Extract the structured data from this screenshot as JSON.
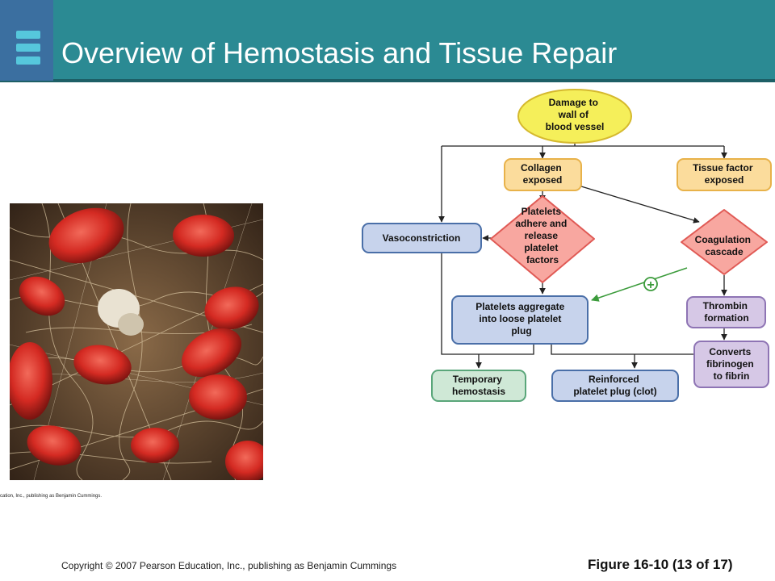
{
  "slide": {
    "title": "Overview of Hemostasis and Tissue Repair",
    "copyright": "Copyright © 2007 Pearson Education, Inc., publishing as Benjamin Cummings",
    "figure_label": "Figure 16-10 (13 of 17)",
    "photo_credit": "cation, Inc., publishing as Benjamin Cummings."
  },
  "diagram": {
    "nodes": {
      "damage": [
        "Damage to",
        "wall of",
        "blood vessel"
      ],
      "collagen": [
        "Collagen",
        "exposed"
      ],
      "tissue_factor": [
        "Tissue factor",
        "exposed"
      ],
      "platelets_adhere": [
        "Platelets",
        "adhere and",
        "release",
        "platelet",
        "factors"
      ],
      "vasoconstriction": [
        "Vasoconstriction"
      ],
      "coagulation": [
        "Coagulation",
        "cascade"
      ],
      "platelets_aggregate": [
        "Platelets aggregate",
        "into loose platelet",
        "plug"
      ],
      "thrombin": [
        "Thrombin",
        "formation"
      ],
      "converts": [
        "Converts",
        "fibrinogen",
        "to fibrin"
      ],
      "temporary": [
        "Temporary",
        "hemostasis"
      ],
      "reinforced": [
        "Reinforced",
        "platelet plug (clot)"
      ]
    },
    "positive_feedback_symbol": "+",
    "colors": {
      "yellow": "#f5ef5a",
      "orange": "#fbdc9c",
      "red": "#f8a7a0",
      "blue": "#c7d3ec",
      "purple": "#d6c8e6",
      "green": "#cfe8d6",
      "header": "#2b8a93",
      "feedback": "#3b9b3b"
    }
  }
}
